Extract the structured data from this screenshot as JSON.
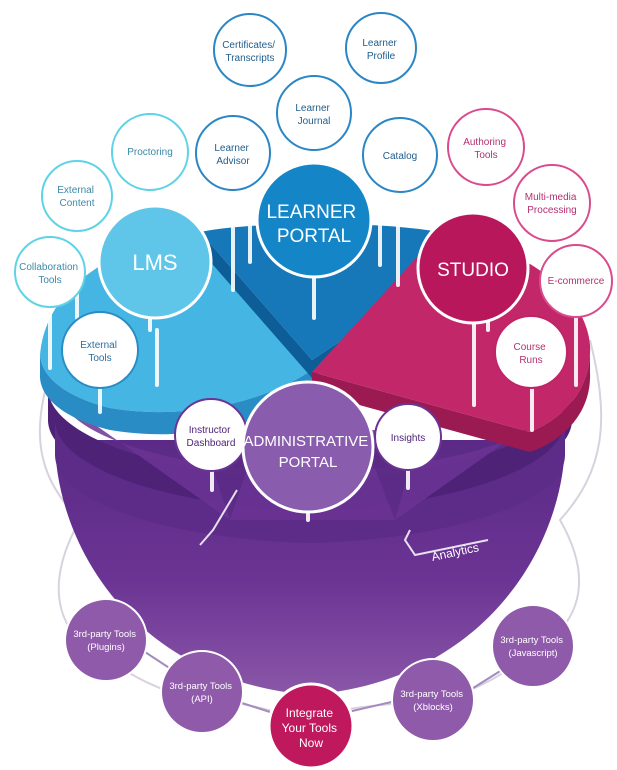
{
  "colors": {
    "lms": "#43b4e2",
    "learner_portal": "#1176b8",
    "studio": "#c12367",
    "admin": "#7a4aa0",
    "base": "#5e2a82",
    "light_blue_ring": "#5fd3e6",
    "dark_blue_ring": "#2a86c4",
    "pink_ring": "#d94b8d",
    "purple_node": "#8c5aa8",
    "integrate": "#c0185d"
  },
  "hubs": {
    "lms": "LMS",
    "learner_portal": [
      "LEARNER",
      "PORTAL"
    ],
    "studio": "STUDIO",
    "administrative_portal": [
      "ADMINISTRATIVE",
      "PORTAL"
    ]
  },
  "lms_tools": {
    "collaboration_tools": [
      "Collaboration",
      "Tools"
    ],
    "external_content": [
      "External",
      "Content"
    ],
    "proctoring": [
      "Proctoring"
    ],
    "external_tools": [
      "External",
      "Tools"
    ]
  },
  "learner_portal_tools": {
    "learner_advisor": [
      "Learner",
      "Advisor"
    ],
    "certificates_transcripts": [
      "Certificates/",
      "Transcripts"
    ],
    "learner_journal": [
      "Learner",
      "Journal"
    ],
    "learner_profile": [
      "Learner",
      "Profile"
    ],
    "catalog": [
      "Catalog"
    ]
  },
  "studio_tools": {
    "authoring_tools": [
      "Authoring",
      "Tools"
    ],
    "multimedia_processing": [
      "Multi-media",
      "Processing"
    ],
    "ecommerce": [
      "E-commerce"
    ],
    "course_runs": [
      "Course",
      "Runs"
    ]
  },
  "admin_tools": {
    "instructor_dashboard": [
      "Instructor",
      "Dashboard"
    ],
    "insights": [
      "Insights"
    ]
  },
  "analytics_label": "Analytics",
  "third_party": {
    "plugins": [
      "3rd-party Tools",
      "(Plugins)"
    ],
    "api": [
      "3rd-party Tools",
      "(API)"
    ],
    "xblocks": [
      "3rd-party Tools",
      "(Xblocks)"
    ],
    "javascript": [
      "3rd-party Tools",
      "(Javascript)"
    ]
  },
  "integrate": [
    "Integrate",
    "Your Tools",
    "Now"
  ]
}
